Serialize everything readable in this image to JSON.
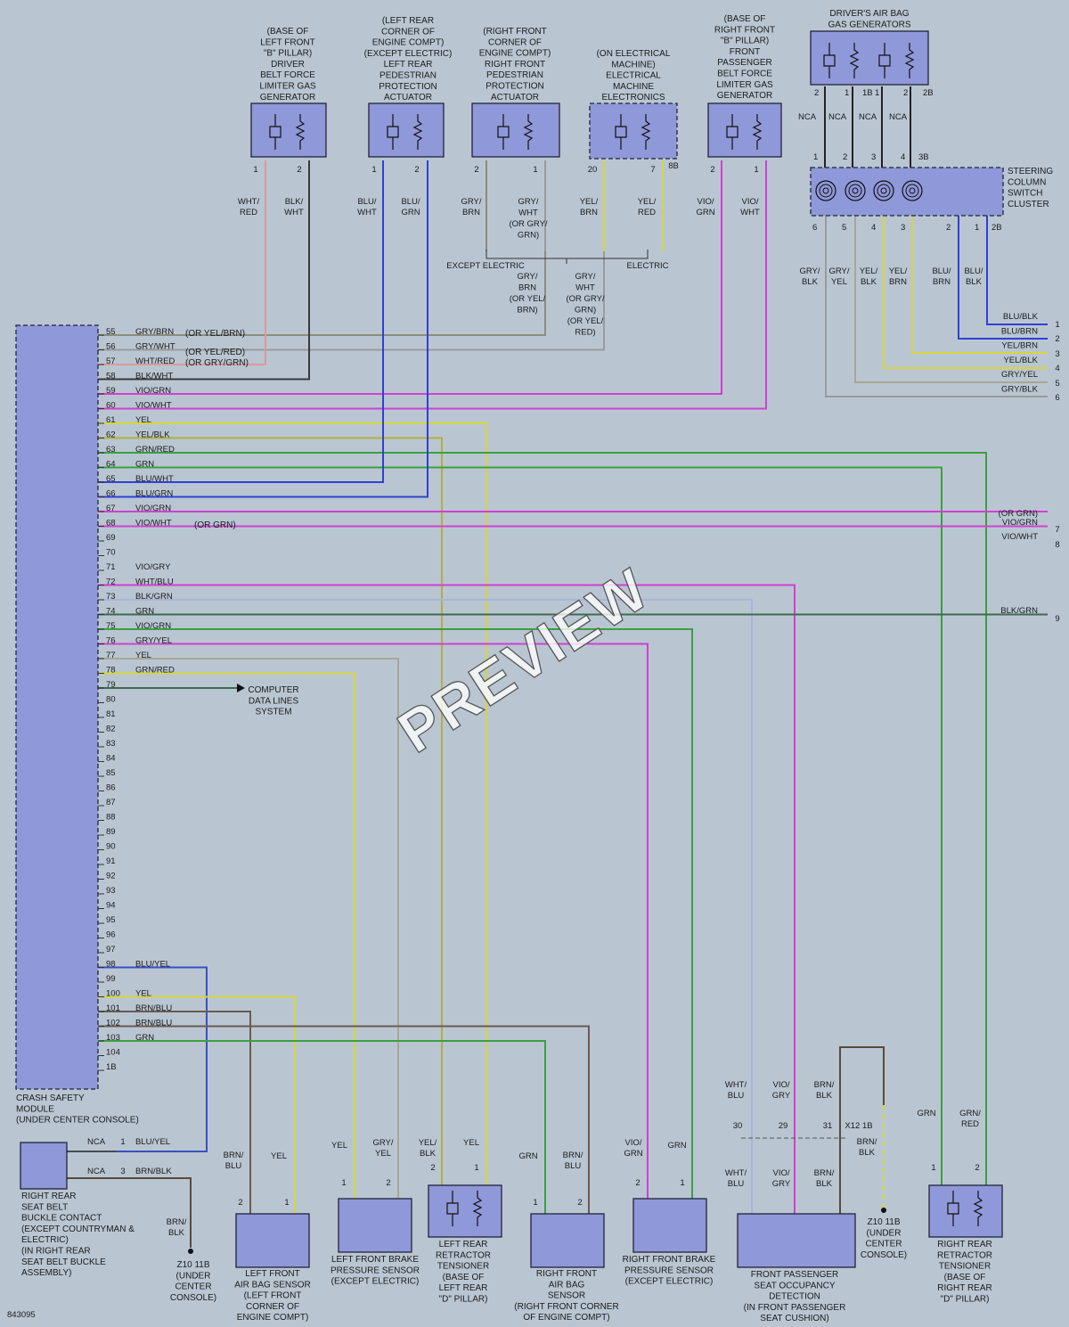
{
  "figure_id": "843095",
  "watermark": "PREVIEW",
  "colors": {
    "background": "#b9c6d2",
    "component": "#8f98d8",
    "GRY/BRN": "#8c8c7c",
    "GRY/WHT": "#9a9a9a",
    "WHT/RED": "#d99a9a",
    "BLK/WHT": "#3a3a3a",
    "VIO": "#d040d0",
    "YEL": "#d6d63a",
    "YEL/BLK": "#b0b040",
    "GRN": "#3aa040",
    "BLU": "#3040d0",
    "BLK/GRN": "#406a50",
    "WHT/BLU": "#a8b4d8",
    "GRY/YEL": "#a8a890",
    "BRN/BLU": "#6a5a50",
    "BRN/BLK": "#5a4a3a",
    "BLU/YEL": "#3a50c0",
    "NCA": "#222222"
  },
  "module": {
    "name": [
      "CRASH SAFETY",
      "MODULE",
      "(UNDER CENTER CONSOLE)"
    ],
    "pins": [
      {
        "n": "55",
        "label": "GRY/BRN"
      },
      {
        "n": "56",
        "label": "GRY/WHT"
      },
      {
        "n": "57",
        "label": "WHT/RED"
      },
      {
        "n": "58",
        "label": "BLK/WHT"
      },
      {
        "n": "59",
        "label": "VIO/GRN"
      },
      {
        "n": "60",
        "label": "VIO/WHT"
      },
      {
        "n": "61",
        "label": "YEL"
      },
      {
        "n": "62",
        "label": "YEL/BLK"
      },
      {
        "n": "63",
        "label": "GRN/RED"
      },
      {
        "n": "64",
        "label": "GRN"
      },
      {
        "n": "65",
        "label": "BLU/WHT"
      },
      {
        "n": "66",
        "label": "BLU/GRN"
      },
      {
        "n": "67",
        "label": "VIO/GRN"
      },
      {
        "n": "68",
        "label": "VIO/WHT"
      },
      {
        "n": "69",
        "label": ""
      },
      {
        "n": "70",
        "label": ""
      },
      {
        "n": "71",
        "label": "VIO/GRY"
      },
      {
        "n": "72",
        "label": "WHT/BLU"
      },
      {
        "n": "73",
        "label": "BLK/GRN"
      },
      {
        "n": "74",
        "label": "GRN"
      },
      {
        "n": "75",
        "label": "VIO/GRN"
      },
      {
        "n": "76",
        "label": "GRY/YEL"
      },
      {
        "n": "77",
        "label": "YEL"
      },
      {
        "n": "78",
        "label": "GRN/RED"
      },
      {
        "n": "79",
        "label": ""
      },
      {
        "n": "80",
        "label": ""
      },
      {
        "n": "81",
        "label": ""
      },
      {
        "n": "82",
        "label": ""
      },
      {
        "n": "83",
        "label": ""
      },
      {
        "n": "84",
        "label": ""
      },
      {
        "n": "85",
        "label": ""
      },
      {
        "n": "86",
        "label": ""
      },
      {
        "n": "87",
        "label": ""
      },
      {
        "n": "88",
        "label": ""
      },
      {
        "n": "89",
        "label": ""
      },
      {
        "n": "90",
        "label": ""
      },
      {
        "n": "91",
        "label": ""
      },
      {
        "n": "92",
        "label": ""
      },
      {
        "n": "93",
        "label": ""
      },
      {
        "n": "94",
        "label": ""
      },
      {
        "n": "95",
        "label": ""
      },
      {
        "n": "96",
        "label": ""
      },
      {
        "n": "97",
        "label": ""
      },
      {
        "n": "98",
        "label": "BLU/YEL"
      },
      {
        "n": "99",
        "label": ""
      },
      {
        "n": "100",
        "label": "YEL"
      },
      {
        "n": "101",
        "label": "BRN/BLU"
      },
      {
        "n": "102",
        "label": "BRN/BLU"
      },
      {
        "n": "103",
        "label": "GRN"
      },
      {
        "n": "104",
        "label": ""
      },
      {
        "n": "1B",
        "label": ""
      }
    ],
    "alt_labels": [
      "(OR YEL/BRN)",
      "(OR YEL/RED)",
      "(OR GRY/GRN)",
      "(OR GRN)"
    ]
  },
  "components": {
    "driver_belt": [
      "(BASE OF",
      "LEFT FRONT",
      "\"B\" PILLAR)",
      "DRIVER",
      "BELT FORCE",
      "LIMITER GAS",
      "GENERATOR"
    ],
    "left_rear_ped": [
      "(LEFT REAR",
      "CORNER OF",
      "ENGINE COMPT)",
      "(EXCEPT ELECTRIC)",
      "LEFT REAR",
      "PEDESTRIAN",
      "PROTECTION",
      "ACTUATOR"
    ],
    "right_front_ped": [
      "(RIGHT FRONT",
      "CORNER OF",
      "ENGINE COMPT)",
      "RIGHT FRONT",
      "PEDESTRIAN",
      "PROTECTION",
      "ACTUATOR"
    ],
    "electrical_machine": [
      "(ON ELECTRICAL",
      "MACHINE)",
      "ELECTRICAL",
      "MACHINE",
      "ELECTRONICS"
    ],
    "passenger_belt": [
      "(BASE OF",
      "RIGHT FRONT",
      "\"B\" PILLAR)",
      "FRONT",
      "PASSENGER",
      "BELT FORCE",
      "LIMITER GAS",
      "GENERATOR"
    ],
    "driver_airbag": [
      "DRIVER'S AIR BAG",
      "GAS GENERATORS"
    ],
    "steering_cluster": [
      "STEERING",
      "COLUMN",
      "SWITCH",
      "CLUSTER"
    ],
    "rr_buckle": [
      "RIGHT REAR",
      "SEAT BELT",
      "BUCKLE CONTACT",
      "(EXCEPT COUNTRYMAN &",
      "ELECTRIC)",
      "(IN RIGHT REAR",
      "SEAT BELT BUCKLE",
      "ASSEMBLY)"
    ],
    "lf_airbag": [
      "LEFT FRONT",
      "AIR BAG SENSOR",
      "(LEFT FRONT",
      "CORNER OF",
      "ENGINE COMPT)"
    ],
    "lf_brake": [
      "LEFT FRONT BRAKE",
      "PRESSURE SENSOR",
      "(EXCEPT ELECTRIC)"
    ],
    "lr_tensioner": [
      "LEFT REAR",
      "RETRACTOR",
      "TENSIONER",
      "(BASE OF",
      "LEFT REAR",
      "\"D\" PILLAR)"
    ],
    "rf_airbag": [
      "RIGHT FRONT",
      "AIR BAG",
      "SENSOR",
      "(RIGHT FRONT CORNER",
      "OF ENGINE COMPT)"
    ],
    "rf_brake": [
      "RIGHT FRONT BRAKE",
      "PRESSURE SENSOR",
      "(EXCEPT ELECTRIC)"
    ],
    "occupancy": [
      "FRONT PASSENGER",
      "SEAT OCCUPANCY",
      "DETECTION",
      "(IN FRONT PASSENGER",
      "SEAT CUSHION)"
    ],
    "rr_tensioner": [
      "RIGHT REAR",
      "RETRACTOR",
      "TENSIONER",
      "(BASE OF",
      "RIGHT REAR",
      "\"D\" PILLAR)"
    ],
    "ground1": [
      "Z10 11B",
      "(UNDER",
      "CENTER",
      "CONSOLE)"
    ],
    "ground2": [
      "Z10 11B",
      "(UNDER",
      "CENTER",
      "CONSOLE)"
    ],
    "computer": [
      "COMPUTER",
      "DATA LINES",
      "SYSTEM"
    ]
  },
  "labels": {
    "except_electric": "EXCEPT ELECTRIC",
    "electric": "ELECTRIC",
    "nca": "NCA",
    "x12": "X12 1B",
    "steering_outputs": [
      "BLU/BLK",
      "BLU/BRN",
      "YEL/BRN",
      "YEL/BLK",
      "GRY/YEL",
      "GRY/BLK"
    ],
    "right_outputs": [
      "VIO/GRN",
      "VIO/WHT",
      "BLK/GRN"
    ],
    "right_output_numbers": [
      "1",
      "2",
      "3",
      "4",
      "5",
      "6",
      "7",
      "8",
      "9"
    ]
  }
}
